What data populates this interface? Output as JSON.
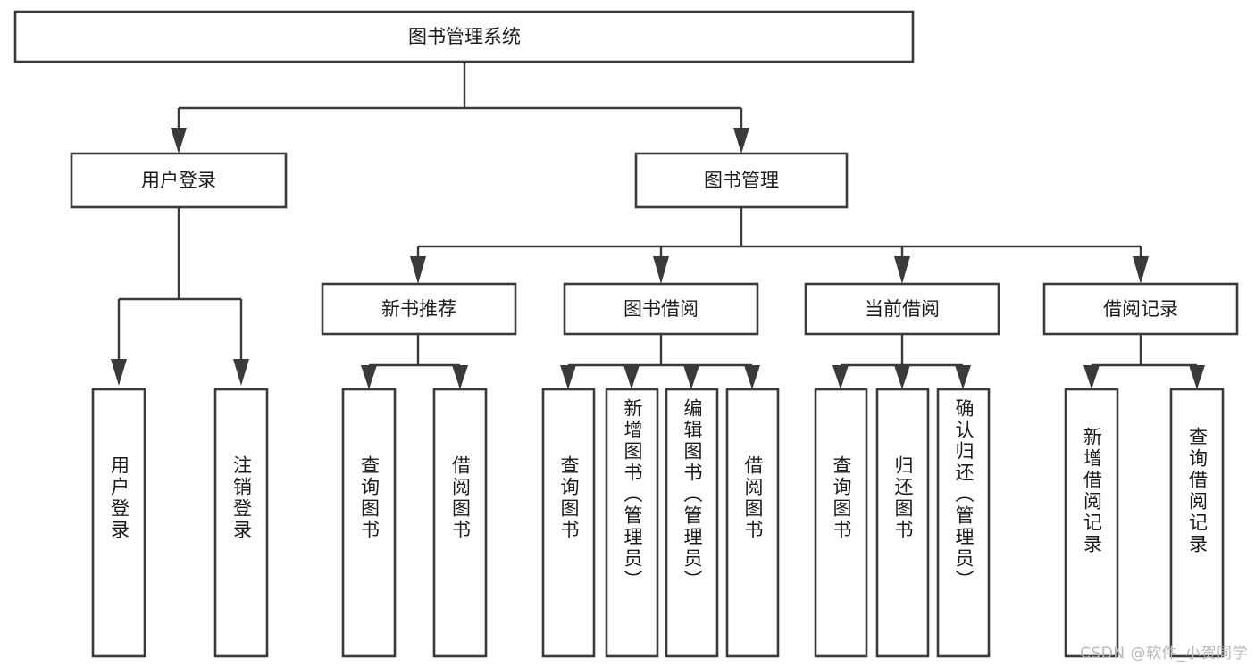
{
  "diagram": {
    "title": "图书管理系统",
    "watermark": "CSDN @软件_小贺同学",
    "colors": {
      "stroke": "#3a3a3a",
      "fill": "#ffffff",
      "text": "#1b1b1b",
      "watermark": "#b9b9b9"
    },
    "levels": {
      "root": {
        "label": "图书管理系统"
      },
      "level2": [
        {
          "label": "用户登录"
        },
        {
          "label": "图书管理"
        }
      ],
      "level3": [
        {
          "label": "新书推荐"
        },
        {
          "label": "图书借阅"
        },
        {
          "label": "当前借阅"
        },
        {
          "label": "借阅记录"
        }
      ],
      "leaves": [
        {
          "label": "用户登录",
          "parent": "用户登录"
        },
        {
          "label": "注销登录",
          "parent": "用户登录"
        },
        {
          "label": "查询图书",
          "parent": "新书推荐"
        },
        {
          "label": "借阅图书",
          "parent": "新书推荐"
        },
        {
          "label": "查询图书",
          "parent": "图书借阅"
        },
        {
          "label": "新增图书（管理员）",
          "parent": "图书借阅"
        },
        {
          "label": "编辑图书（管理员）",
          "parent": "图书借阅"
        },
        {
          "label": "借阅图书",
          "parent": "图书借阅"
        },
        {
          "label": "查询图书",
          "parent": "当前借阅"
        },
        {
          "label": "归还图书",
          "parent": "当前借阅"
        },
        {
          "label": "确认归还（管理员）",
          "parent": "当前借阅"
        },
        {
          "label": "新增借阅记录",
          "parent": "借阅记录"
        },
        {
          "label": "查询借阅记录",
          "parent": "借阅记录"
        }
      ]
    }
  }
}
